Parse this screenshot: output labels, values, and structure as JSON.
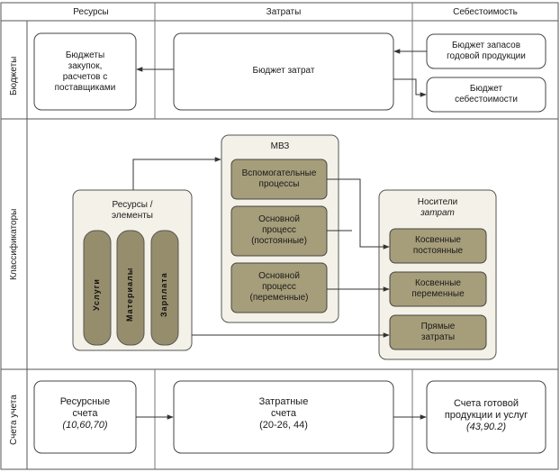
{
  "columns": {
    "resources": "Ресурсы",
    "costs": "Затраты",
    "cost_price": "Себестоимость"
  },
  "rows": {
    "budgets": "Бюджеты",
    "classifiers": "Классификаторы",
    "accounts": "Счета учета"
  },
  "budgets": {
    "purchases_line1": "Бюджеты",
    "purchases_line2": "закупок,",
    "purchases_line3": "расчетов с",
    "purchases_line4": "поставщиками",
    "cost_budget": "Бюджет затрат",
    "stock_budget_line1": "Бюджет запасов",
    "stock_budget_line2": "годовой продукции",
    "costprice_budget_line1": "Бюджет",
    "costprice_budget_line2": "себестоимости"
  },
  "classifiers": {
    "resources_title_line1": "Ресурсы /",
    "resources_title_line2": "элементы",
    "services": "Услуги",
    "materials": "Материалы",
    "salary": "Зарплата",
    "mvz_title": "МВЗ",
    "aux_line1": "Вспомогательные",
    "aux_line2": "процессы",
    "main_const_line1": "Основной",
    "main_const_line2": "процесс",
    "main_const_line3": "(постоянные)",
    "main_var_line1": "Основной",
    "main_var_line2": "процесс",
    "main_var_line3": "(переменные)",
    "carriers_line1": "Носители",
    "carriers_line2": "затрат",
    "indirect_const_line1": "Косвенные",
    "indirect_const_line2": "постоянные",
    "indirect_var_line1": "Косвенные",
    "indirect_var_line2": "переменные",
    "direct_line1": "Прямые",
    "direct_line2": "затраты"
  },
  "accounts": {
    "resource_line1": "Ресурсные",
    "resource_line2": "счета",
    "resource_line3": "(10,60,70)",
    "cost_line1": "Затратные",
    "cost_line2": "счета",
    "cost_line3": "(20-26, 44)",
    "finished_line1": "Счета готовой",
    "finished_line2": "продукции и услуг",
    "finished_line3": "(43,90.2)"
  },
  "colors": {
    "pale_box": "#f4f2e8",
    "dark_box": "#a69d7a",
    "pill": "#968d6c",
    "line": "#333333"
  }
}
